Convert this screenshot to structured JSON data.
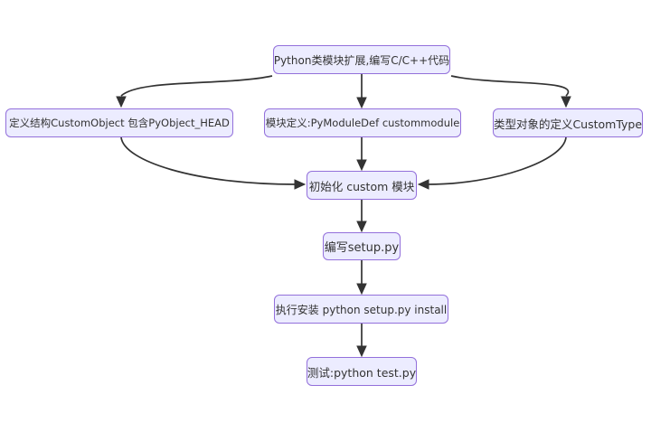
{
  "diagram": {
    "type": "flowchart",
    "direction": "top-down",
    "colors": {
      "background": "#ffffff",
      "node_fill": "#ECECFF",
      "node_border": "#9370DB",
      "edge": "#333333",
      "text": "#333333"
    },
    "nodes": [
      {
        "id": "start",
        "label": "Python类模块扩展,编写C/C++代码"
      },
      {
        "id": "struct",
        "label": "定义结构CustomObject 包含PyObject_HEAD"
      },
      {
        "id": "module-def",
        "label": "模块定义:PyModuleDef custommodule"
      },
      {
        "id": "type-def",
        "label": "类型对象的定义CustomType"
      },
      {
        "id": "init",
        "label": "初始化 custom 模块"
      },
      {
        "id": "setup",
        "label": "编写setup.py"
      },
      {
        "id": "install",
        "label": "执行安装 python setup.py install"
      },
      {
        "id": "test",
        "label": "测试:python test.py"
      }
    ],
    "edges": [
      {
        "from": "start",
        "to": "struct"
      },
      {
        "from": "start",
        "to": "module-def"
      },
      {
        "from": "start",
        "to": "type-def"
      },
      {
        "from": "struct",
        "to": "init"
      },
      {
        "from": "module-def",
        "to": "init"
      },
      {
        "from": "type-def",
        "to": "init"
      },
      {
        "from": "init",
        "to": "setup"
      },
      {
        "from": "setup",
        "to": "install"
      },
      {
        "from": "install",
        "to": "test"
      }
    ]
  }
}
